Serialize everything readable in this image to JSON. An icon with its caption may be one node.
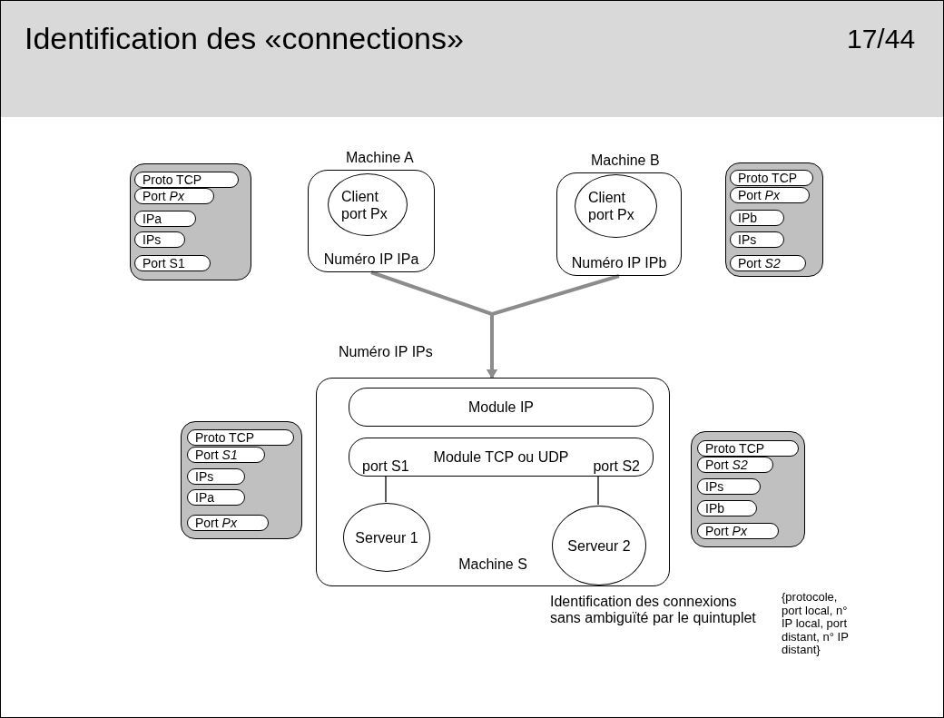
{
  "diagram": {
    "title": "Identification des «connections»",
    "nodes": [
      {
        "text": [],
        "shape": "box"
      },
      {
        "text": [
          "Proto TCP"
        ],
        "in": 0
      },
      {
        "text": [
          "Port *Px*"
        ],
        "in": 0
      },
      {
        "text": [
          "IPa"
        ],
        "in": 0
      },
      {
        "text": [
          "IPs"
        ],
        "in": 0
      },
      {
        "text": [
          "Port S1"
        ],
        "in": 0
      },
      {
        "text": [
          "Machine A",
          "Numéro IP IPa"
        ]
      },
      {
        "text": [
          "Client port Px"
        ],
        "in": 6
      },
      {
        "text": [
          "Machine B",
          "Numéro IP IPb"
        ]
      },
      {
        "text": [
          "Client port Px"
        ],
        "in": 8
      },
      {
        "text": [],
        "shape": "box"
      },
      {
        "text": [
          "Proto TCP"
        ],
        "in": 10
      },
      {
        "text": [
          "Port *Px*"
        ],
        "in": 10
      },
      {
        "text": [
          "IPb"
        ],
        "in": 10
      },
      {
        "text": [
          "IPs"
        ],
        "in": 10
      },
      {
        "text": [
          "Port *S2*"
        ],
        "in": 10
      },
      {
        "text": [
          "Numéro IP IPs",
          "Machine S"
        ]
      },
      {
        "text": [
          "Module IP"
        ],
        "in": 16
      },
      {
        "text": [
          "Module TCP ou UDP",
          "port S1",
          "port S2"
        ],
        "in": 16
      },
      {
        "text": [
          "Serveur 1"
        ],
        "in": 16
      },
      {
        "text": [
          "Serveur 2"
        ],
        "in": 16
      },
      {
        "text": [],
        "shape": "box"
      },
      {
        "text": [
          "Proto TCP"
        ],
        "in": 21
      },
      {
        "text": [
          "Port *S1*"
        ],
        "in": 21
      },
      {
        "text": [
          "IPs"
        ],
        "in": 21
      },
      {
        "text": [
          "IPa"
        ],
        "in": 21
      },
      {
        "text": [
          "Port *Px*"
        ],
        "in": 21
      },
      {
        "text": [],
        "shape": "box"
      },
      {
        "text": [
          "Proto TCP"
        ],
        "in": 27
      },
      {
        "text": [
          "Port *S2*"
        ],
        "in": 27
      },
      {
        "text": [
          "IPs"
        ],
        "in": 27
      },
      {
        "text": [
          "IPb"
        ],
        "in": 27
      },
      {
        "text": [
          "Port *Px*"
        ],
        "in": 27
      }
    ],
    "edges": [
      {
        "from": 6,
        "to": 16,
        "arrow": "to",
        "style": "thick",
        "color": "#8c8c8c"
      },
      {
        "from": 8,
        "to": 16,
        "arrow": "to",
        "style": "thick",
        "color": "#8c8c8c"
      },
      {
        "from": 19,
        "to": 18,
        "arrow": "none",
        "color": "#000000"
      },
      {
        "from": 20,
        "to": 18,
        "arrow": "none",
        "color": "#000000"
      }
    ],
    "labels": [
      "17/44",
      "Identification des connexions sans ambiguïté par le quintuplet",
      "{protocole, port local, n° IP local, port distant, n° IP distant}"
    ]
  }
}
